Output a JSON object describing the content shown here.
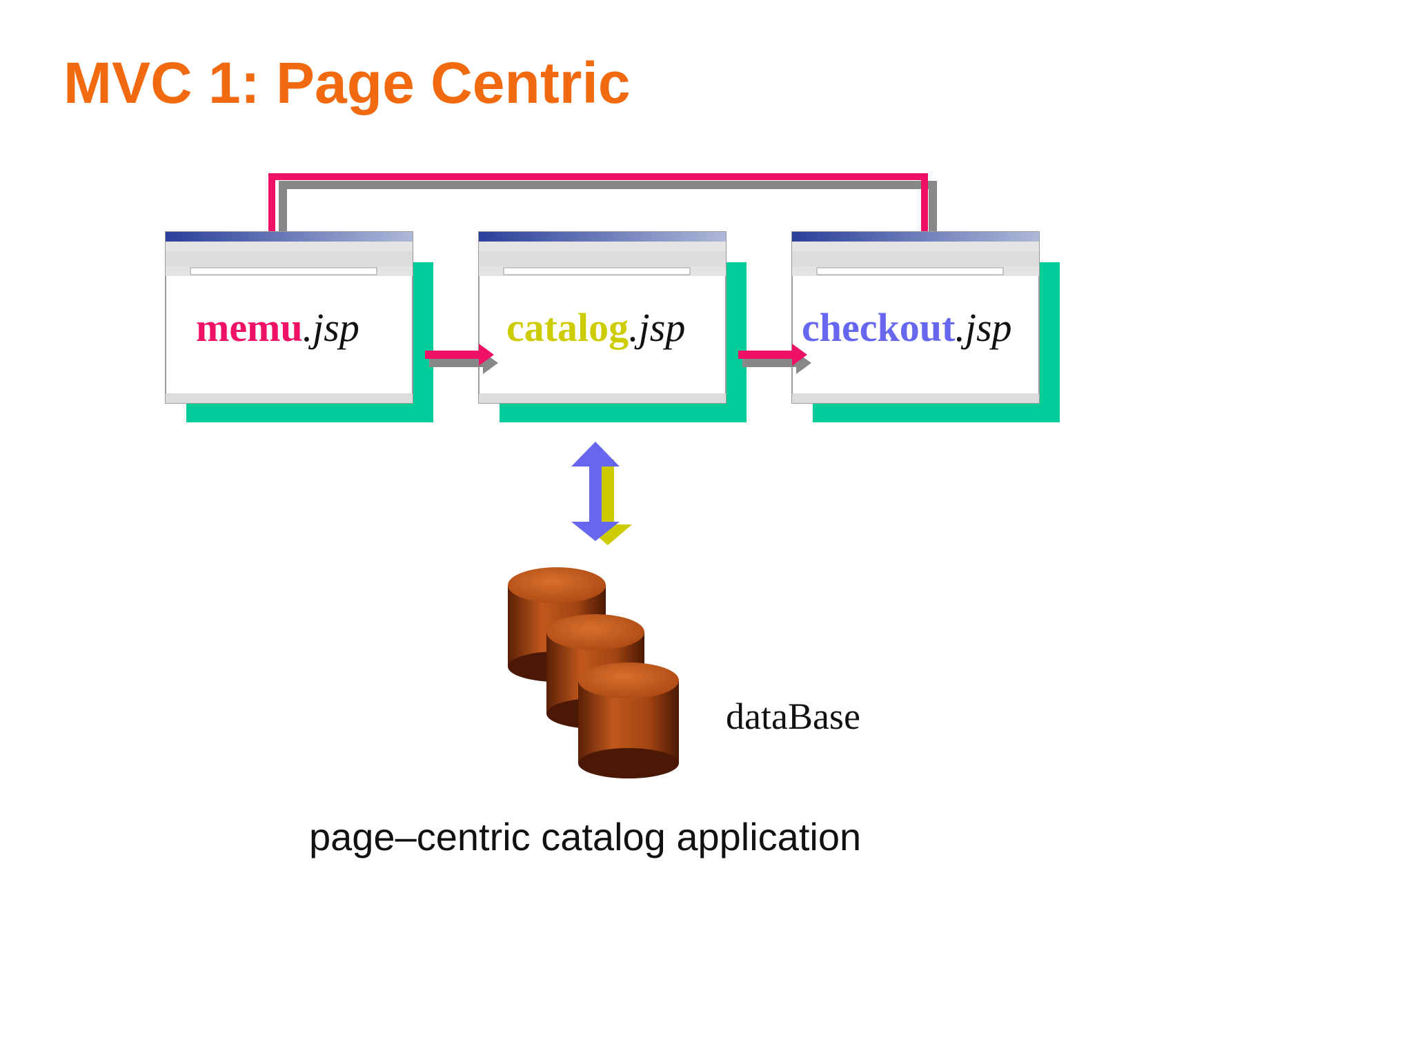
{
  "slide": {
    "title": "MVC 1: Page Centric",
    "title_color": "#F26A10"
  },
  "diagram": {
    "pages": [
      {
        "name": "memu",
        "ext": ".jsp",
        "color": "#EE1166"
      },
      {
        "name": "catalog",
        "ext": ".jsp",
        "color": "#CCCC00"
      },
      {
        "name": "checkout",
        "ext": ".jsp",
        "color": "#6666EE"
      }
    ],
    "database_label": "dataBase",
    "caption": "page–centric catalog application",
    "colors": {
      "shadow": "#00CC99",
      "arrow": "#EE1166",
      "arrow_shadow": "#888888",
      "db_arrow_up": "#6666EE",
      "db_arrow_down": "#CCCC00",
      "database": "#B84A10"
    }
  }
}
